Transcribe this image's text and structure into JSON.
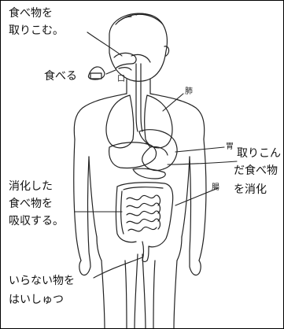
{
  "labels": {
    "ingest_line1": "食べ物を",
    "ingest_line2": "取りこむ。",
    "eat": "食べる",
    "lung": "肺",
    "stomach": "胃",
    "intestine": "腸",
    "mouth_mark": "口",
    "digest_line1": "取りこん",
    "digest_line2": "だ食べ物",
    "digest_line3": "を消化",
    "absorb_line1": "消化した",
    "absorb_line2": "食べ物を",
    "absorb_line3": "吸収する。",
    "excrete_line1": "いらない物を",
    "excrete_line2": "はいしゅつ"
  }
}
